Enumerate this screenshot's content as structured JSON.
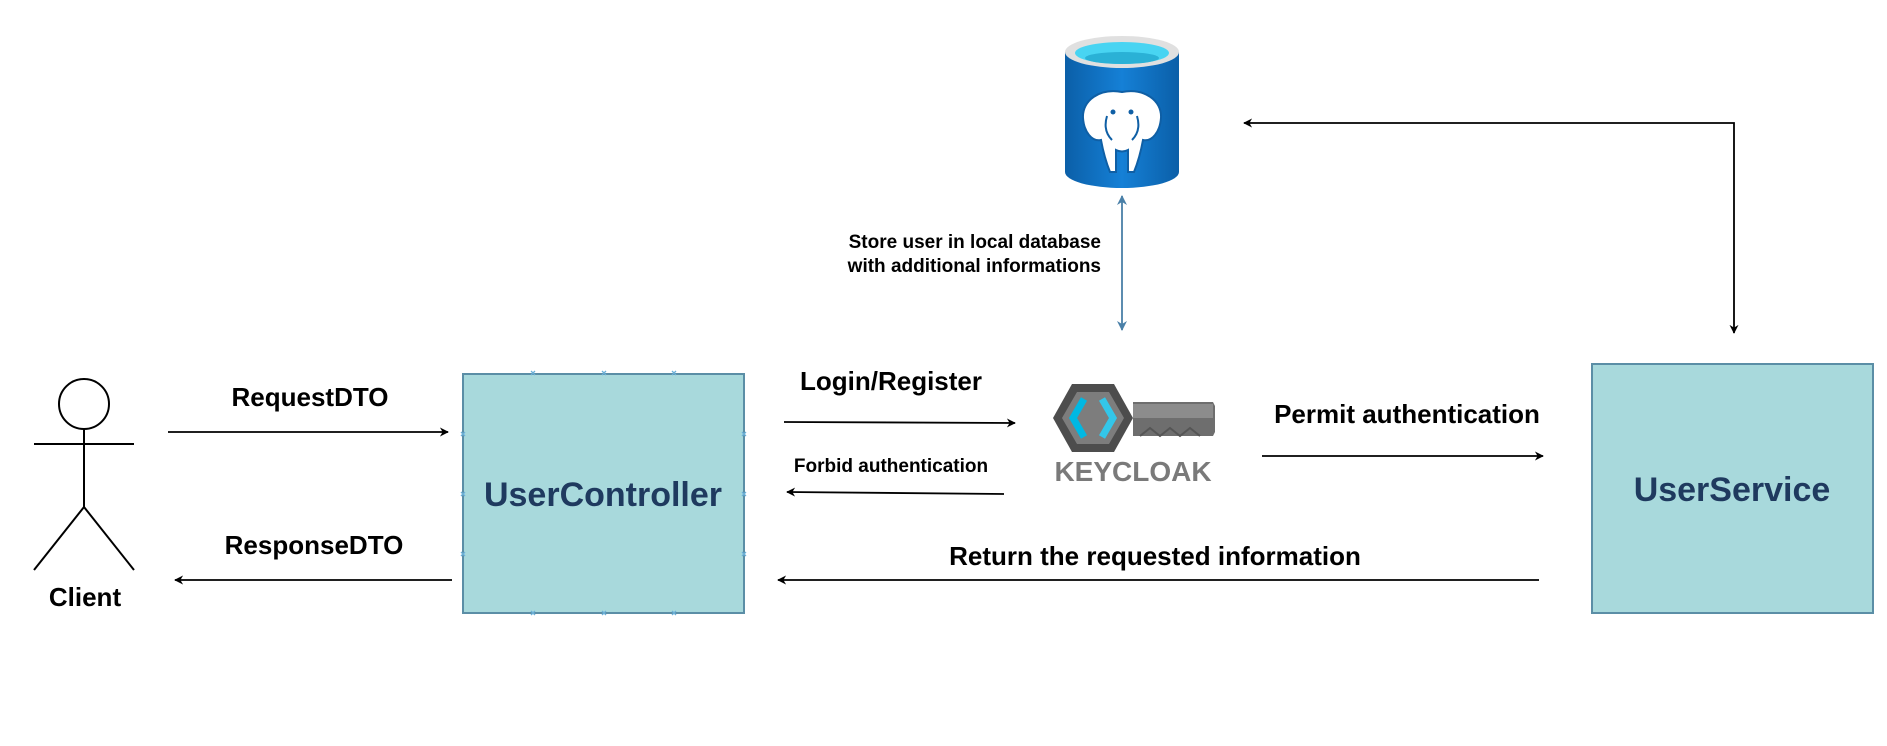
{
  "actor": {
    "label": "Client"
  },
  "nodes": {
    "controller": {
      "label": "UserController"
    },
    "service": {
      "label": "UserService"
    },
    "keycloak": {
      "logo_text": "KEYCLOAK",
      "icon": "keycloak-key-icon"
    },
    "database": {
      "icon": "postgresql-database-icon"
    }
  },
  "edges": {
    "request": "RequestDTO",
    "response": "ResponseDTO",
    "login": "Login/Register",
    "forbid": "Forbid authentication",
    "permit": "Permit authentication",
    "return_info": "Return the requested information",
    "store_line1": "Store user in local database",
    "store_line2": "with additional informations"
  },
  "colors": {
    "box_fill": "#a8d9dc",
    "box_stroke": "#5b8ea6",
    "box_text": "#1f3a5f",
    "db_blue": "#0f71c2",
    "db_top": "#48d4f2",
    "db_arrow": "#4a80a8",
    "keycloak_gray": "#7a7a7a"
  }
}
